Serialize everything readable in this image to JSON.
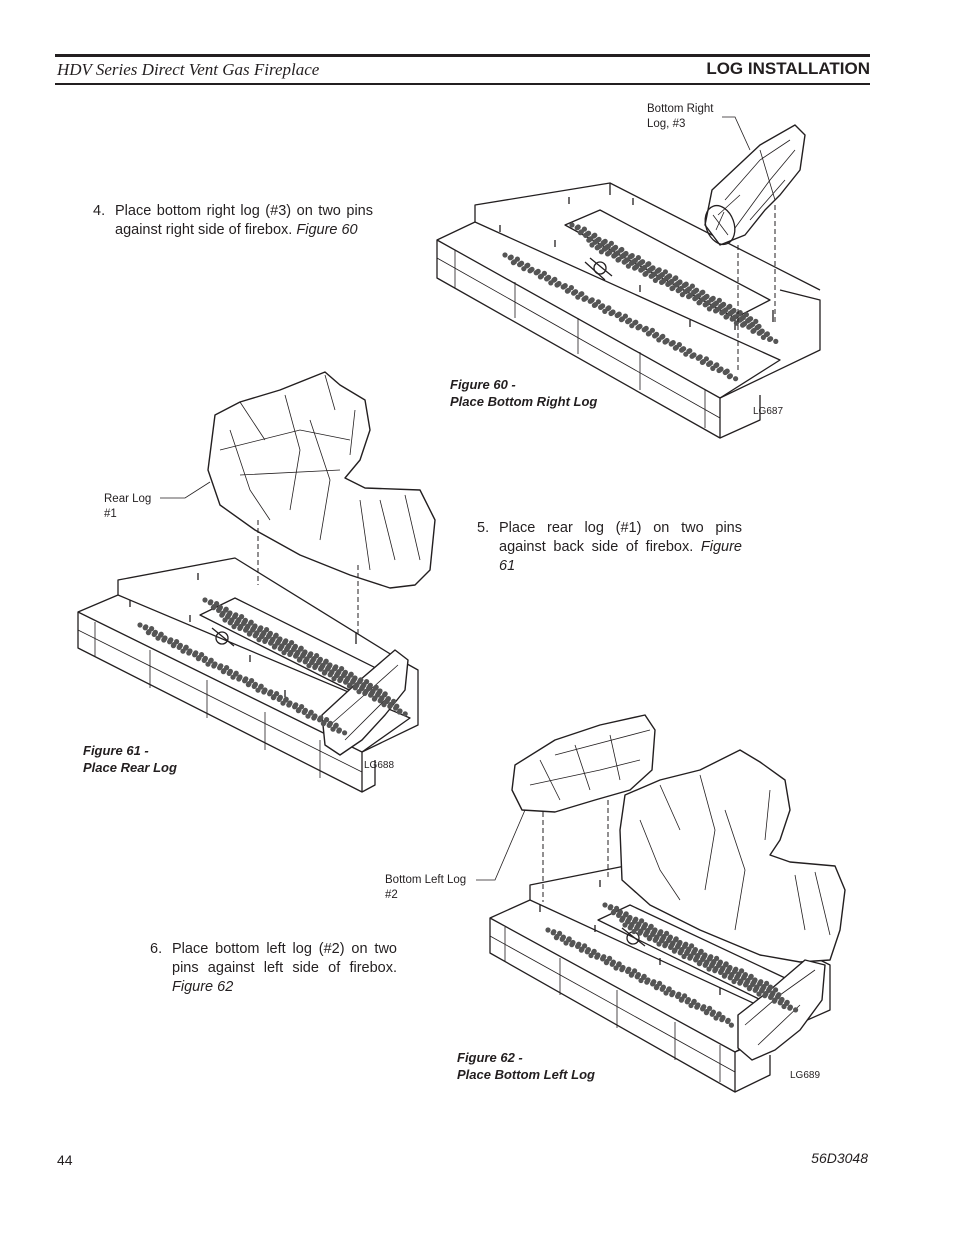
{
  "header": {
    "left_title": "HDV Series Direct Vent Gas Fireplace",
    "right_title": "LOG INSTALLATION"
  },
  "steps": [
    {
      "number": "4.",
      "text": "Place bottom right log (#3) on two pins against right side of firebox.",
      "figure_ref": "Figure 60"
    },
    {
      "number": "5.",
      "text": "Place rear log (#1) on two pins against back side of firebox.",
      "figure_ref": "Figure 61"
    },
    {
      "number": "6.",
      "text": "Place bottom left log (#2) on two pins against left side of firebox.",
      "figure_ref": "Figure 62"
    }
  ],
  "figures": [
    {
      "caption_line1": "Figure 60 -",
      "caption_line2": "Place Bottom Right Log",
      "code": "LG687",
      "callout_line1": "Bottom Right",
      "callout_line2": "Log, #3"
    },
    {
      "caption_line1": "Figure 61 -",
      "caption_line2": "Place Rear Log",
      "code": "LG688",
      "callout_line1": "Rear Log",
      "callout_line2": "#1"
    },
    {
      "caption_line1": "Figure 62 -",
      "caption_line2": "Place Bottom Left Log",
      "code": "LG689",
      "callout_line1": "Bottom Left Log",
      "callout_line2": "#2"
    }
  ],
  "footer": {
    "page_number": "44",
    "doc_number": "56D3048"
  }
}
